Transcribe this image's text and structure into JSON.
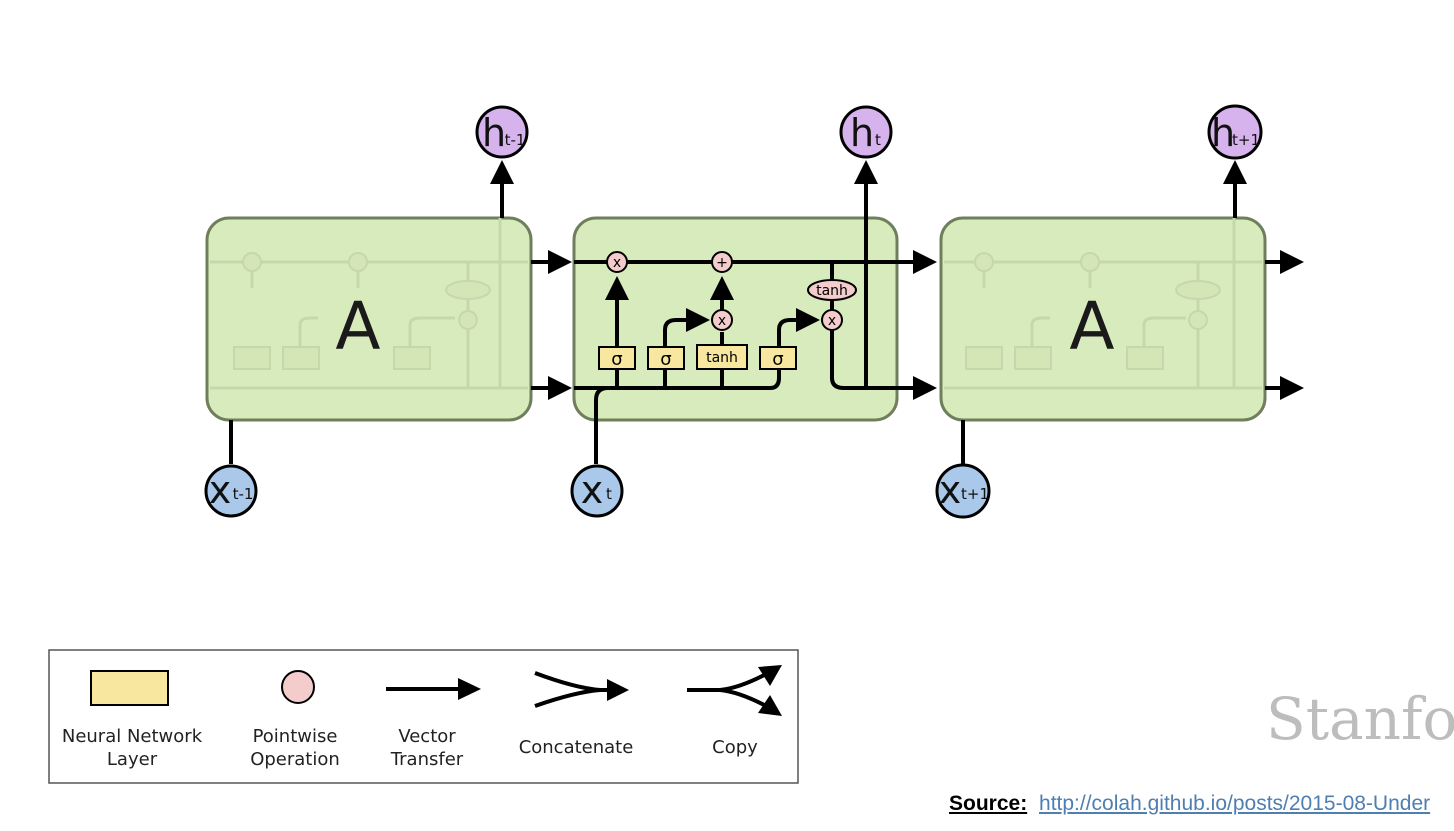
{
  "cells": [
    {
      "label": "A",
      "input": {
        "main": "x",
        "sub": "t-1"
      },
      "output": {
        "main": "h",
        "sub": "t-1"
      }
    },
    {
      "label": "",
      "input": {
        "main": "x",
        "sub": "t"
      },
      "output": {
        "main": "h",
        "sub": "t"
      }
    },
    {
      "label": "A",
      "input": {
        "main": "x",
        "sub": "t+1"
      },
      "output": {
        "main": "h",
        "sub": "t+1"
      }
    }
  ],
  "center_cell": {
    "pointwise_ops": [
      "x",
      "+",
      "x",
      "x"
    ],
    "tanh_op": "tanh",
    "gates": [
      "σ",
      "σ",
      "tanh",
      "σ"
    ]
  },
  "legend": {
    "items": [
      {
        "label_line1": "Neural Network",
        "label_line2": "Layer",
        "icon": "neural-network-layer-icon"
      },
      {
        "label_line1": "Pointwise",
        "label_line2": "Operation",
        "icon": "pointwise-operation-icon"
      },
      {
        "label_line1": "Vector",
        "label_line2": "Transfer",
        "icon": "vector-transfer-icon"
      },
      {
        "label_line1": "Concatenate",
        "label_line2": "",
        "icon": "concatenate-icon"
      },
      {
        "label_line1": "Copy",
        "label_line2": "",
        "icon": "copy-icon"
      }
    ]
  },
  "watermark": "Stanfo",
  "source": {
    "label": "Source:",
    "url": "http://colah.github.io/posts/2015-08-Under"
  },
  "colors": {
    "cell_fill": "#d8ebbd",
    "cell_stroke": "#6f7f5c",
    "gate_fill": "#f8e79f",
    "pointwise_fill": "#f4cccc",
    "h_node_fill": "#d6b3ec",
    "x_node_fill": "#a9c8ea",
    "link": "#4f7fb1"
  }
}
